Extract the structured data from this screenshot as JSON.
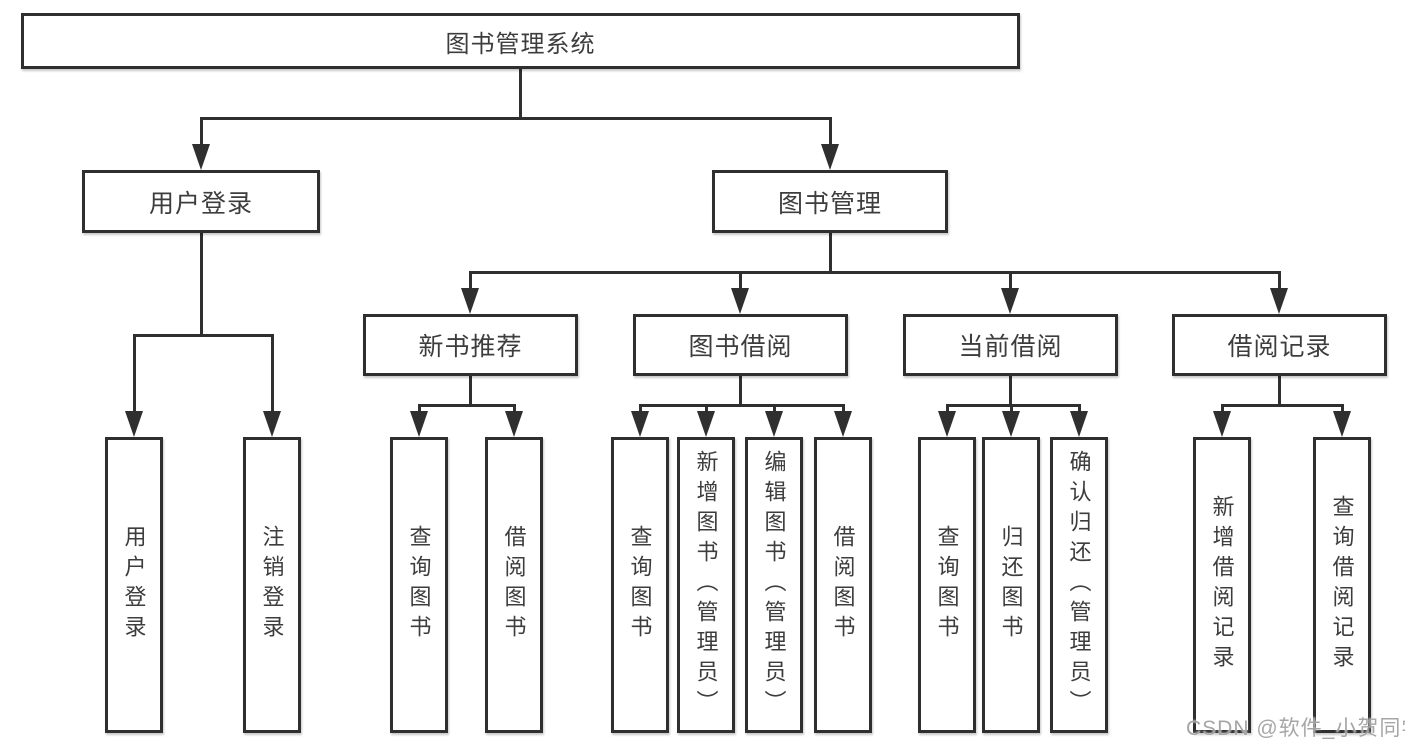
{
  "colors": {
    "background": "#ffffff",
    "line": "#2f2f2f",
    "box_border": "#2f2f2f",
    "text": "#3d3d3d",
    "watermark": "#9e9e9e"
  },
  "tree": {
    "root": "图书管理系统",
    "level2": [
      {
        "label": "用户登录"
      },
      {
        "label": "图书管理"
      }
    ],
    "level3": [
      {
        "label": "新书推荐"
      },
      {
        "label": "图书借阅"
      },
      {
        "label": "当前借阅"
      },
      {
        "label": "借阅记录"
      }
    ],
    "leaves": {
      "user_login": [
        "用户登录",
        "注销登录"
      ],
      "new_book": [
        "查询图书",
        "借阅图书"
      ],
      "book_borrow": [
        "查询图书",
        "新增图书（管理员）",
        "编辑图书（管理员）",
        "借阅图书"
      ],
      "current_borrow": [
        "查询图书",
        "归还图书",
        "确认归还（管理员）"
      ],
      "borrow_record": [
        "新增借阅记录",
        "查询借阅记录"
      ]
    }
  },
  "watermark": "CSDN @软件_小贺同学"
}
